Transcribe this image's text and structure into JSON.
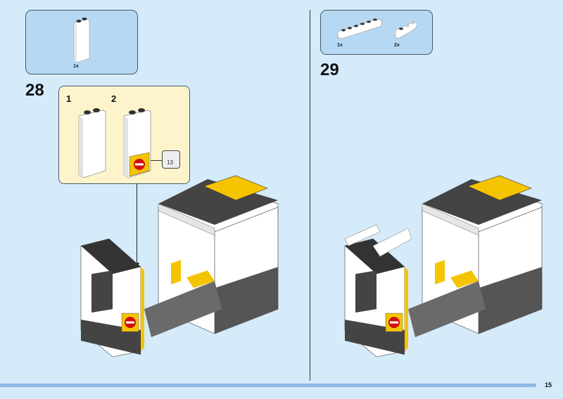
{
  "page_number": "15",
  "steps": [
    {
      "number": "28",
      "parts": [
        {
          "qty": "1x",
          "part": "white-brick-1x2x5"
        }
      ],
      "callout": {
        "substeps": [
          "1",
          "2"
        ],
        "sticker_number": "13"
      }
    },
    {
      "number": "29",
      "parts": [
        {
          "qty": "1x",
          "part": "white-brick-1x6"
        },
        {
          "qty": "2x",
          "part": "white-slope-inverted"
        }
      ]
    }
  ],
  "colors": {
    "background": "#d5ebfa",
    "parts_box": "#b6d8f3",
    "callout": "#fdf4cc",
    "accent_yellow": "#f5c400",
    "sign_red": "#d01010"
  }
}
